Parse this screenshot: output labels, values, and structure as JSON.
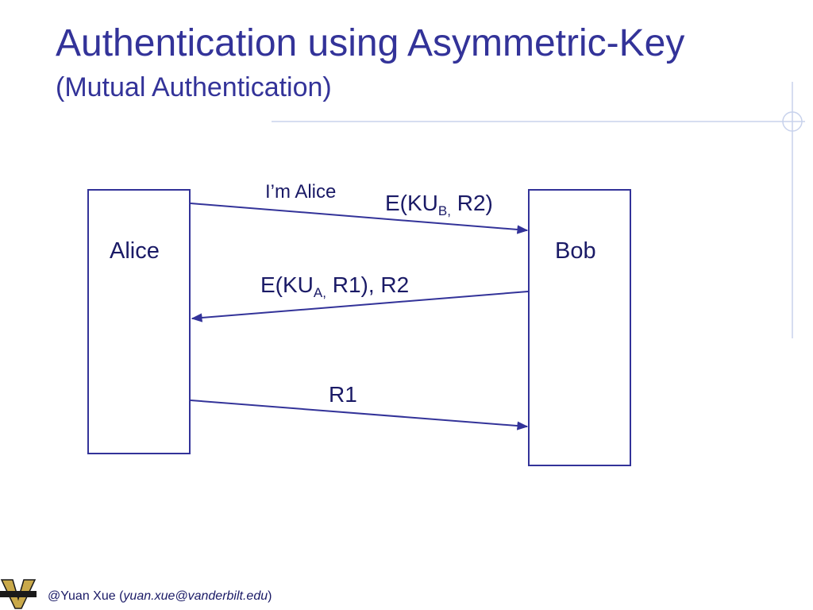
{
  "slide": {
    "title": "Authentication using Asymmetric-Key",
    "subtitle": "(Mutual Authentication)"
  },
  "diagram": {
    "entities": {
      "left": "Alice",
      "right": "Bob"
    },
    "messages": {
      "m1_label": "I’m Alice",
      "m2_prefix": "E(KU",
      "m2_sub": "B,",
      "m2_suffix": " R2)",
      "m3_prefix": "E(KU",
      "m3_sub": "A,",
      "m3_suffix": " R1), R2",
      "m4_label": "R1"
    }
  },
  "footer": {
    "prefix": "@Yuan Xue (",
    "email": "yuan.xue@vanderbilt.edu",
    "suffix": ")"
  },
  "colors": {
    "title": "#333399",
    "diagram": "#333399",
    "decor_line": "#c8d2ec"
  },
  "icons": {
    "logo": "vanderbilt-logo",
    "crosshair": "crosshair-decor-icon"
  }
}
